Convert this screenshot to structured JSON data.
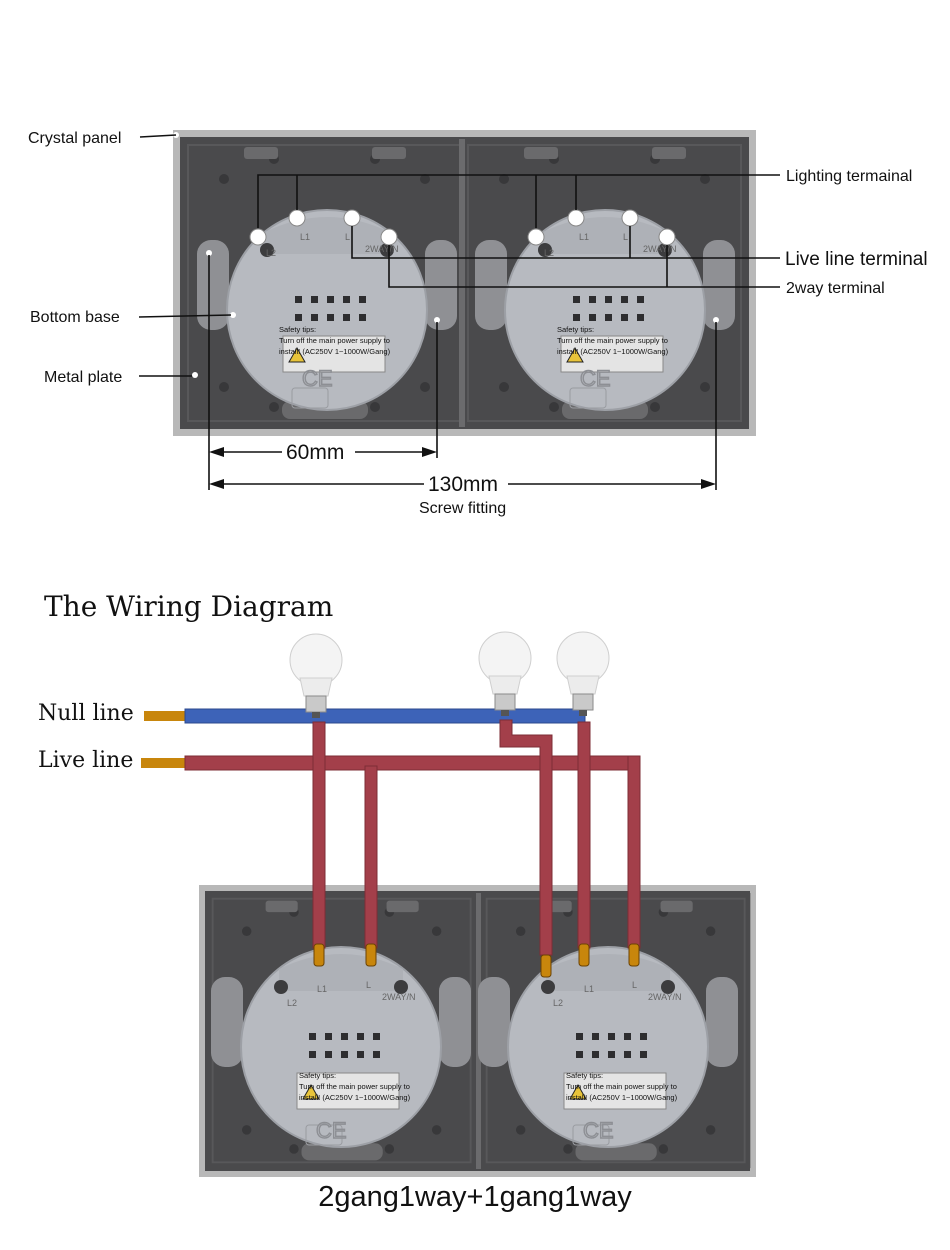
{
  "callouts": {
    "crystal_panel": "Crystal panel",
    "bottom_base": "Bottom base",
    "metal_plate": "Metal plate",
    "lighting_terminal": "Lighting termainal",
    "live_line_terminal": "Live line terminal",
    "two_way_terminal": "2way terminal"
  },
  "dimensions": {
    "inner": "60mm",
    "outer": "130mm",
    "outer_caption": "Screw fitting"
  },
  "terminals": {
    "l2": "L2",
    "l1": "L1",
    "l": "L",
    "two_way": "2WAY/N"
  },
  "safety": {
    "title": "Safety tips:",
    "line1": "Turn off the main power supply to",
    "line2": "install! (AC250V  1~1000W/Gang)"
  },
  "ce_mark": "CE",
  "wiring": {
    "title": "The Wiring Diagram",
    "null_line": "Null line",
    "live_line": "Live line",
    "configuration": "2gang1way+1gang1way"
  },
  "colors": {
    "null_wire": "#3d63b8",
    "live_wire": "#a33f4a",
    "copper_tip": "#c8860c",
    "frame_border": "#9c9c9c",
    "plate_dark": "#4a4a4c",
    "module_grey": "#b7bac0"
  }
}
